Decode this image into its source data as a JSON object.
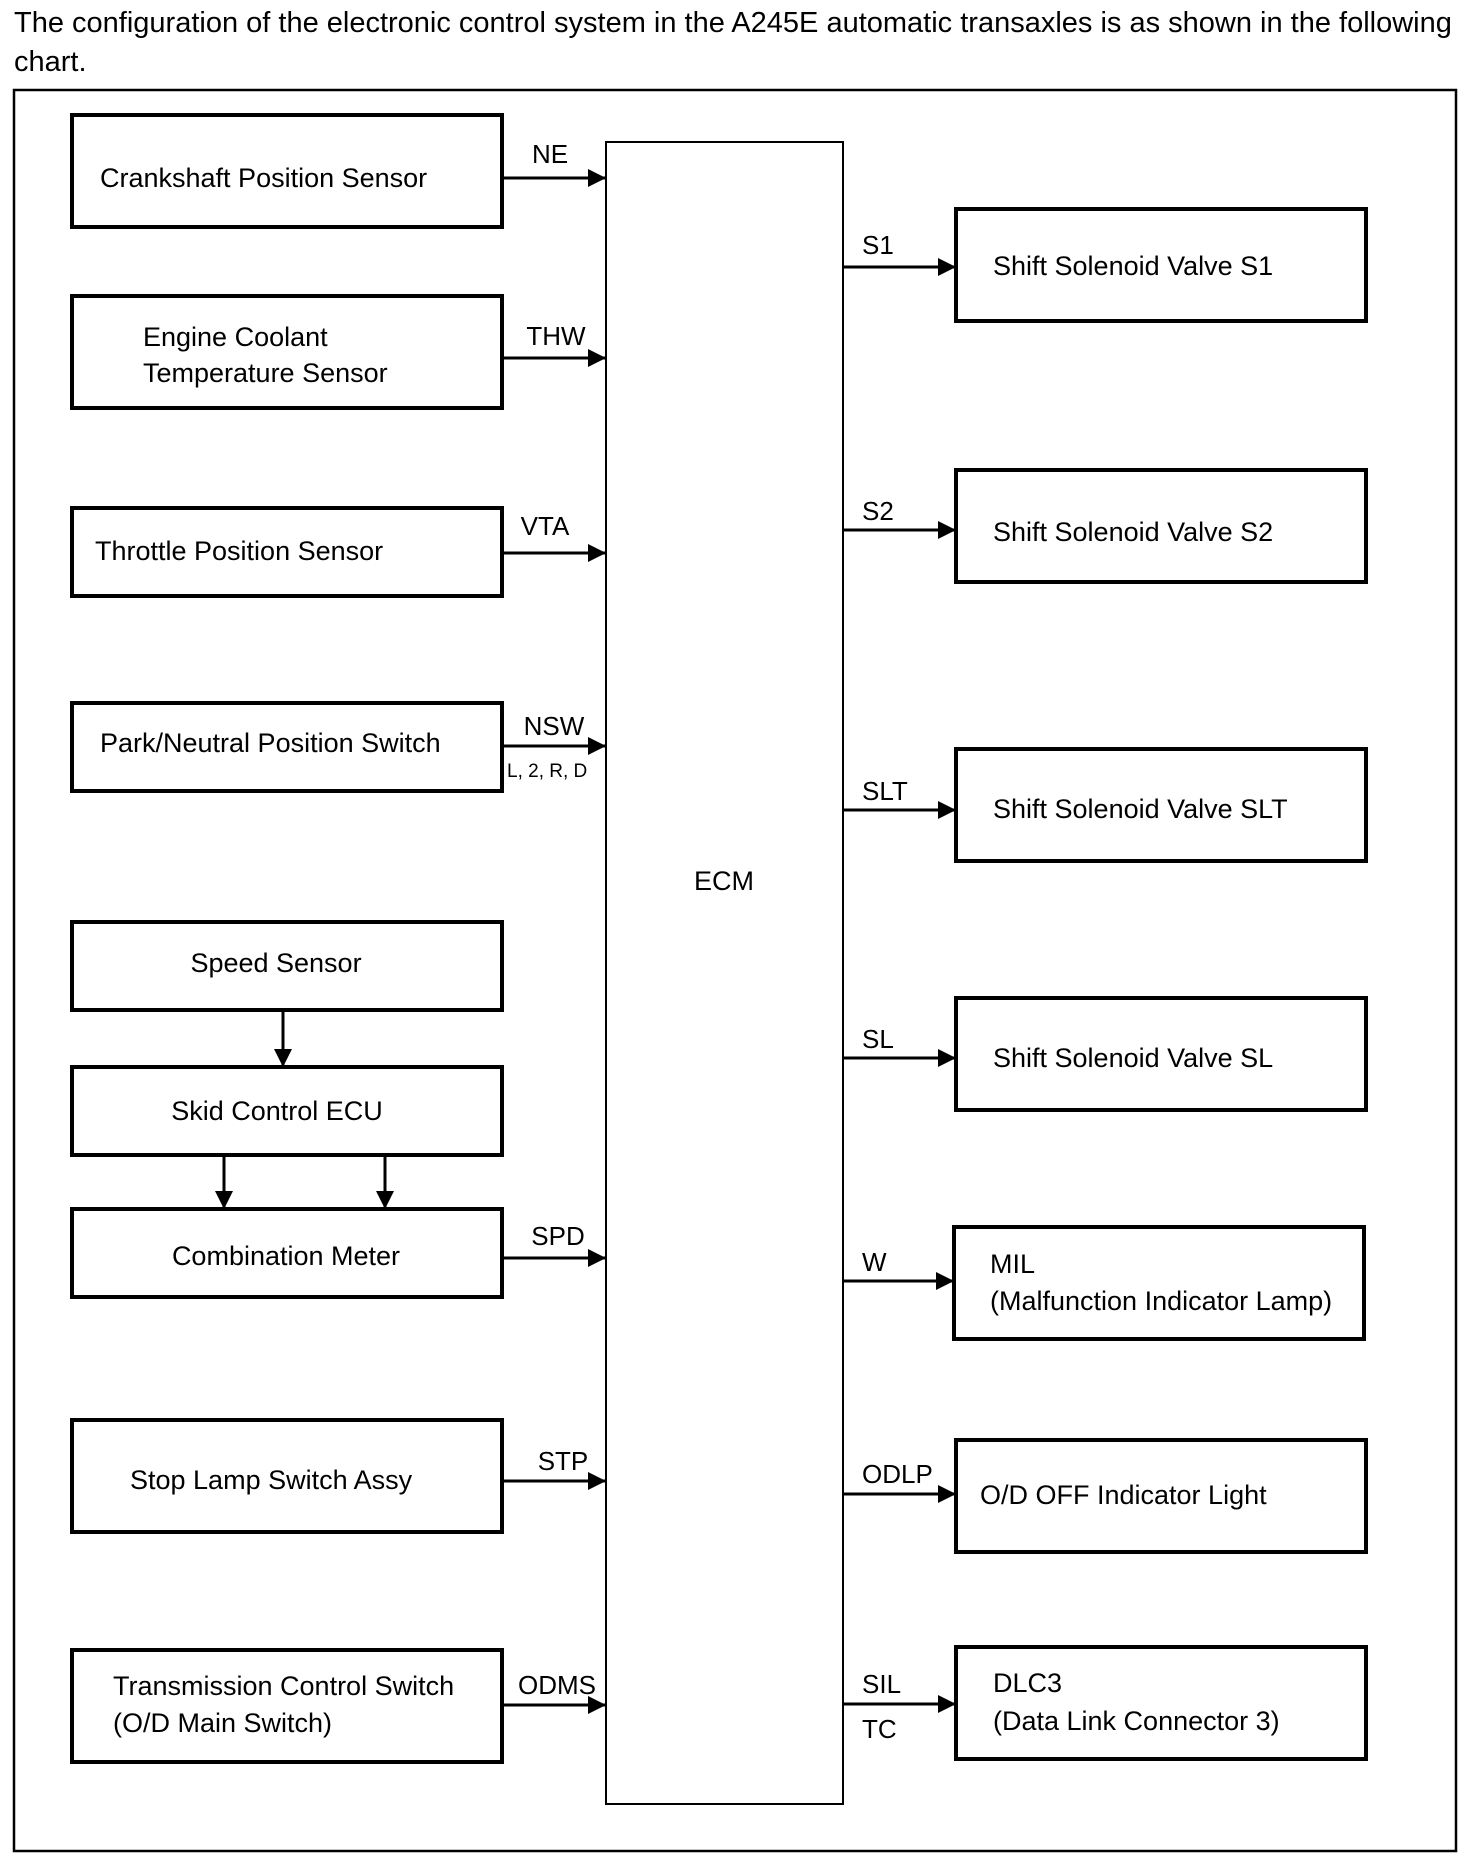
{
  "intro_text": "The configuration of the electronic control system in the A245E automatic transaxles is as shown in the following chart.",
  "ecm_label": "ECM",
  "inputs": {
    "crankshaft": {
      "label": "Crankshaft Position Sensor",
      "signal": "NE"
    },
    "coolant": {
      "label_line1": "Engine Coolant",
      "label_line2": "Temperature Sensor",
      "signal": "THW"
    },
    "throttle": {
      "label": "Throttle Position Sensor",
      "signal": "VTA"
    },
    "park_neutral": {
      "label": "Park/Neutral Position Switch",
      "signal": "NSW",
      "sub_signal": "L, 2, R, D"
    },
    "speed_sensor": {
      "label": "Speed Sensor"
    },
    "skid_ecu": {
      "label": "Skid Control ECU"
    },
    "combination_meter": {
      "label": "Combination Meter",
      "signal": "SPD"
    },
    "stop_lamp": {
      "label": "Stop Lamp Switch Assy",
      "signal": "STP"
    },
    "trans_control": {
      "label_line1": "Transmission Control Switch",
      "label_line2": "(O/D Main Switch)",
      "signal": "ODMS"
    }
  },
  "outputs": {
    "s1": {
      "label": "Shift Solenoid Valve S1",
      "signal": "S1"
    },
    "s2": {
      "label": "Shift Solenoid Valve S2",
      "signal": "S2"
    },
    "slt": {
      "label": "Shift Solenoid Valve SLT",
      "signal": "SLT"
    },
    "sl": {
      "label": "Shift Solenoid Valve SL",
      "signal": "SL"
    },
    "mil": {
      "label_line1": "MIL",
      "label_line2": "(Malfunction Indicator Lamp)",
      "signal": "W"
    },
    "odlp": {
      "label": "O/D OFF Indicator Light",
      "signal": "ODLP"
    },
    "dlc3": {
      "label_line1": "DLC3",
      "label_line2": "(Data Link Connector 3)",
      "signal_1": "SIL",
      "signal_2": "TC"
    }
  }
}
